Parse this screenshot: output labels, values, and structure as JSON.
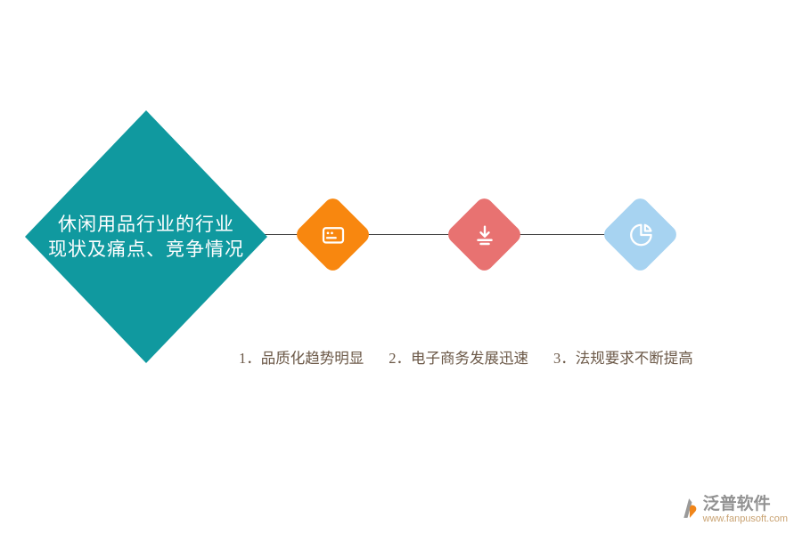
{
  "main_diamond": {
    "line1": "休闲用品行业的行业",
    "line2": "现状及痛点、竞争情况",
    "color": "#10999F"
  },
  "connector_color": "#454545",
  "nodes": [
    {
      "icon": "card-list-icon",
      "color": "#F8870F"
    },
    {
      "icon": "download-icon",
      "color": "#E87271"
    },
    {
      "icon": "pie-chart-icon",
      "color": "#A7D3F1"
    }
  ],
  "points": [
    "1．品质化趋势明显",
    "2．电子商务发展迅速",
    "3．法规要求不断提高"
  ],
  "footer": {
    "brand": "泛普软件",
    "url": "www.fanpusoft.com"
  }
}
